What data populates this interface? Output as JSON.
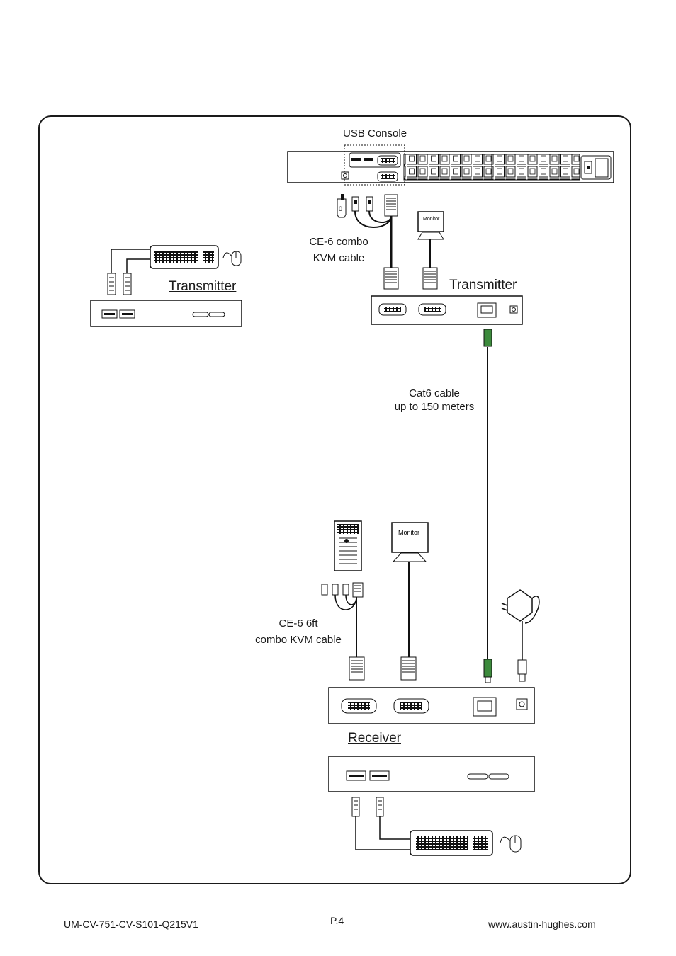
{
  "labels": {
    "usb_console": "USB Console",
    "ce6_combo_line1": "CE-6 combo",
    "ce6_combo_line2": "KVM cable",
    "transmitter_left": "Transmitter",
    "transmitter_right": "Transmitter",
    "cat6_line1": "Cat6 cable",
    "cat6_line2": "up to 150 meters",
    "ce6_6ft_line1": "CE-6 6ft",
    "ce6_6ft_line2": "combo KVM cable",
    "receiver": "Receiver",
    "monitor_small": "Monitor",
    "monitor_large": "Monitor"
  },
  "footer": {
    "doc_code": "UM-CV-751-CV-S101-Q215V1",
    "page": "P.4",
    "website": "www.austin-hughes.com"
  }
}
